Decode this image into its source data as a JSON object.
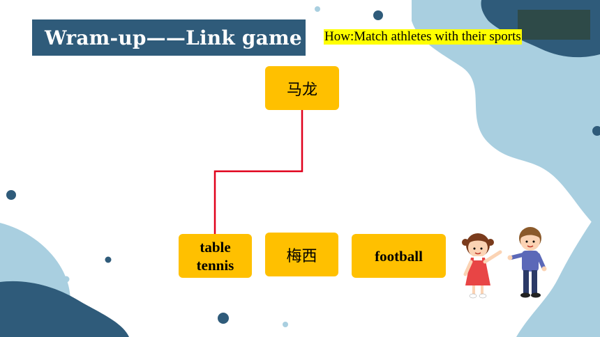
{
  "slide": {
    "title": "Wram-up——Link game",
    "instruction": "How:Match athletes with their sports"
  },
  "cards": {
    "athlete_top": "马龙",
    "sport_left_line1": "table",
    "sport_left_line2": "tennis",
    "athlete_middle": "梅西",
    "sport_right": "football"
  },
  "colors": {
    "title_bg": "#2f5b7a",
    "card": "#ffc000",
    "link_line": "#e0001b",
    "highlight": "#ffff00",
    "blob_light": "#a9cfe0",
    "blob_dark": "#2f5b7a"
  },
  "illustration": {
    "name": "two-kids-illustration"
  }
}
